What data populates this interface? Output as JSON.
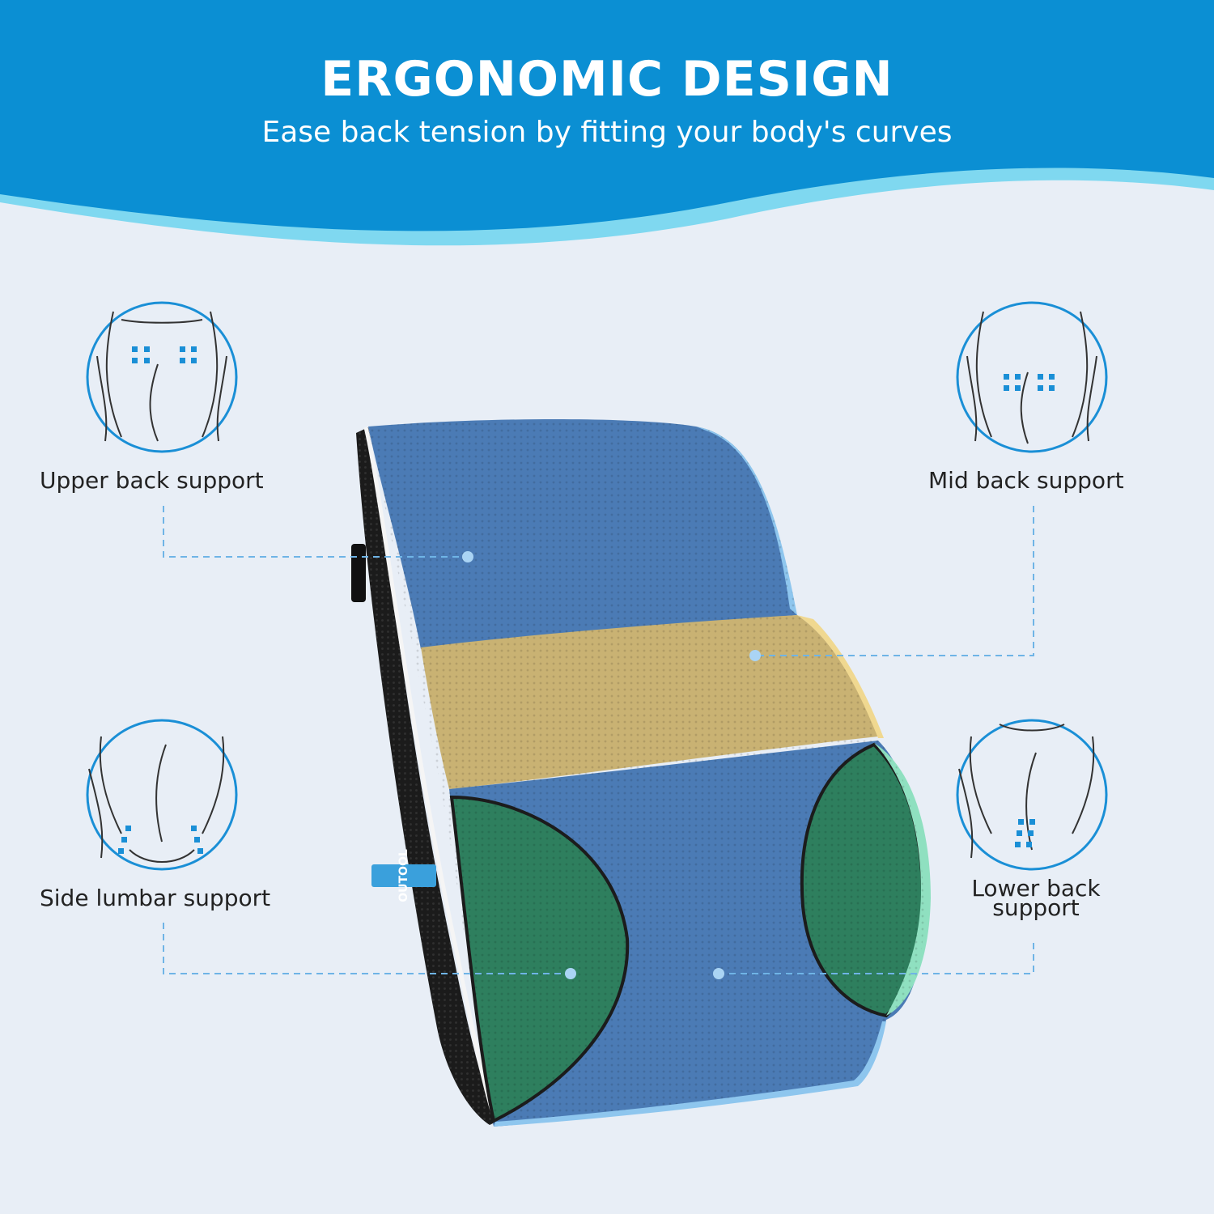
{
  "header": {
    "title": "ERGONOMIC DESIGN",
    "subtitle": "Ease back tension by fitting your body's curves"
  },
  "callouts": {
    "upper_back": "Upper back support",
    "mid_back": "Mid back support",
    "side_lumbar": "Side lumbar support",
    "lower_back": "Lower back support"
  },
  "brand": "OUTOOL",
  "colors": {
    "header_blue": "#0b8fd3",
    "wave_light": "#7fd8f0",
    "background": "#e8eef6",
    "cushion_blue": "#4b7bb5",
    "cushion_tan": "#c9b273",
    "cushion_green": "#2e7f5e",
    "accent": "#3aa0dc"
  }
}
